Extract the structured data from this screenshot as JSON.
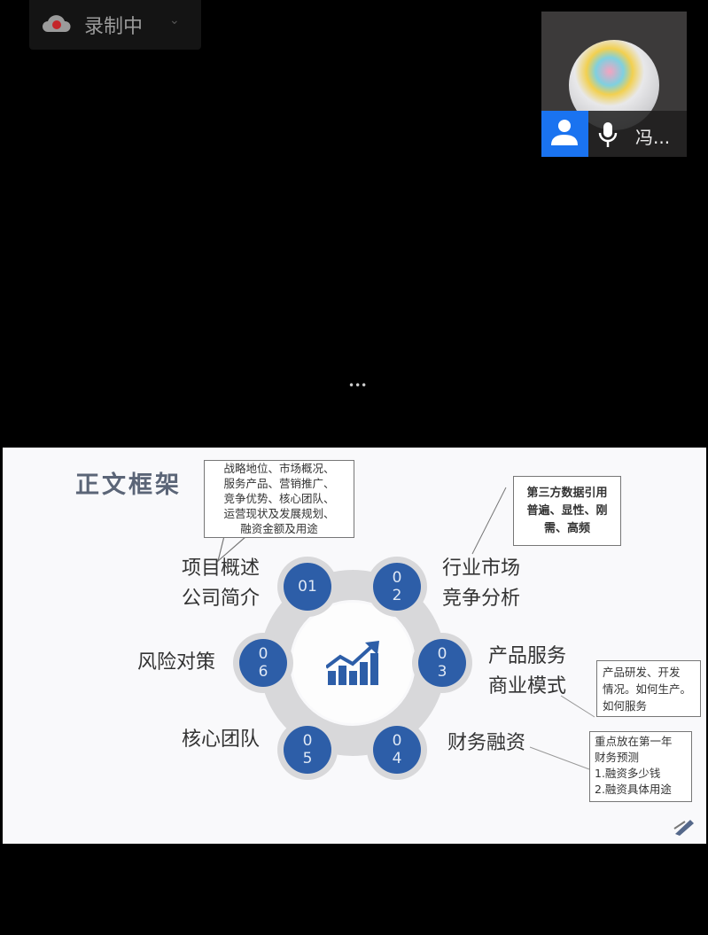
{
  "recording": {
    "label": "录制中"
  },
  "participant": {
    "name": "冯..."
  },
  "slide": {
    "title": "正文框架",
    "callout_overview": [
      "战略地位、市场概况、",
      "服务产品、营销推广、",
      "竞争优势、核心团队、",
      "运营现状及发展规划、",
      "融资金额及用途"
    ],
    "callout_market": [
      "第三方数据引用",
      "普遍、显性、刚",
      "需、高频"
    ],
    "callout_product": [
      "产品研发、开发",
      "情况。如何生产。",
      "如何服务"
    ],
    "callout_finance": [
      "重点放在第一年",
      "财务预测",
      "1.融资多少钱",
      "2.融资具体用途"
    ],
    "items": [
      {
        "num": "01",
        "label1": "项目概述",
        "label2": "公司简介"
      },
      {
        "num": "0\n2",
        "label1": "行业市场",
        "label2": "竞争分析"
      },
      {
        "num": "0\n3",
        "label1": "产品服务",
        "label2": "商业模式"
      },
      {
        "num": "0\n4",
        "label1": "财务融资",
        "label2": ""
      },
      {
        "num": "0\n5",
        "label1": "核心团队",
        "label2": ""
      },
      {
        "num": "0\n6",
        "label1": "风险对策",
        "label2": ""
      }
    ]
  },
  "colors": {
    "accent": "#2d5ea8",
    "ring": "#d8d8da"
  }
}
